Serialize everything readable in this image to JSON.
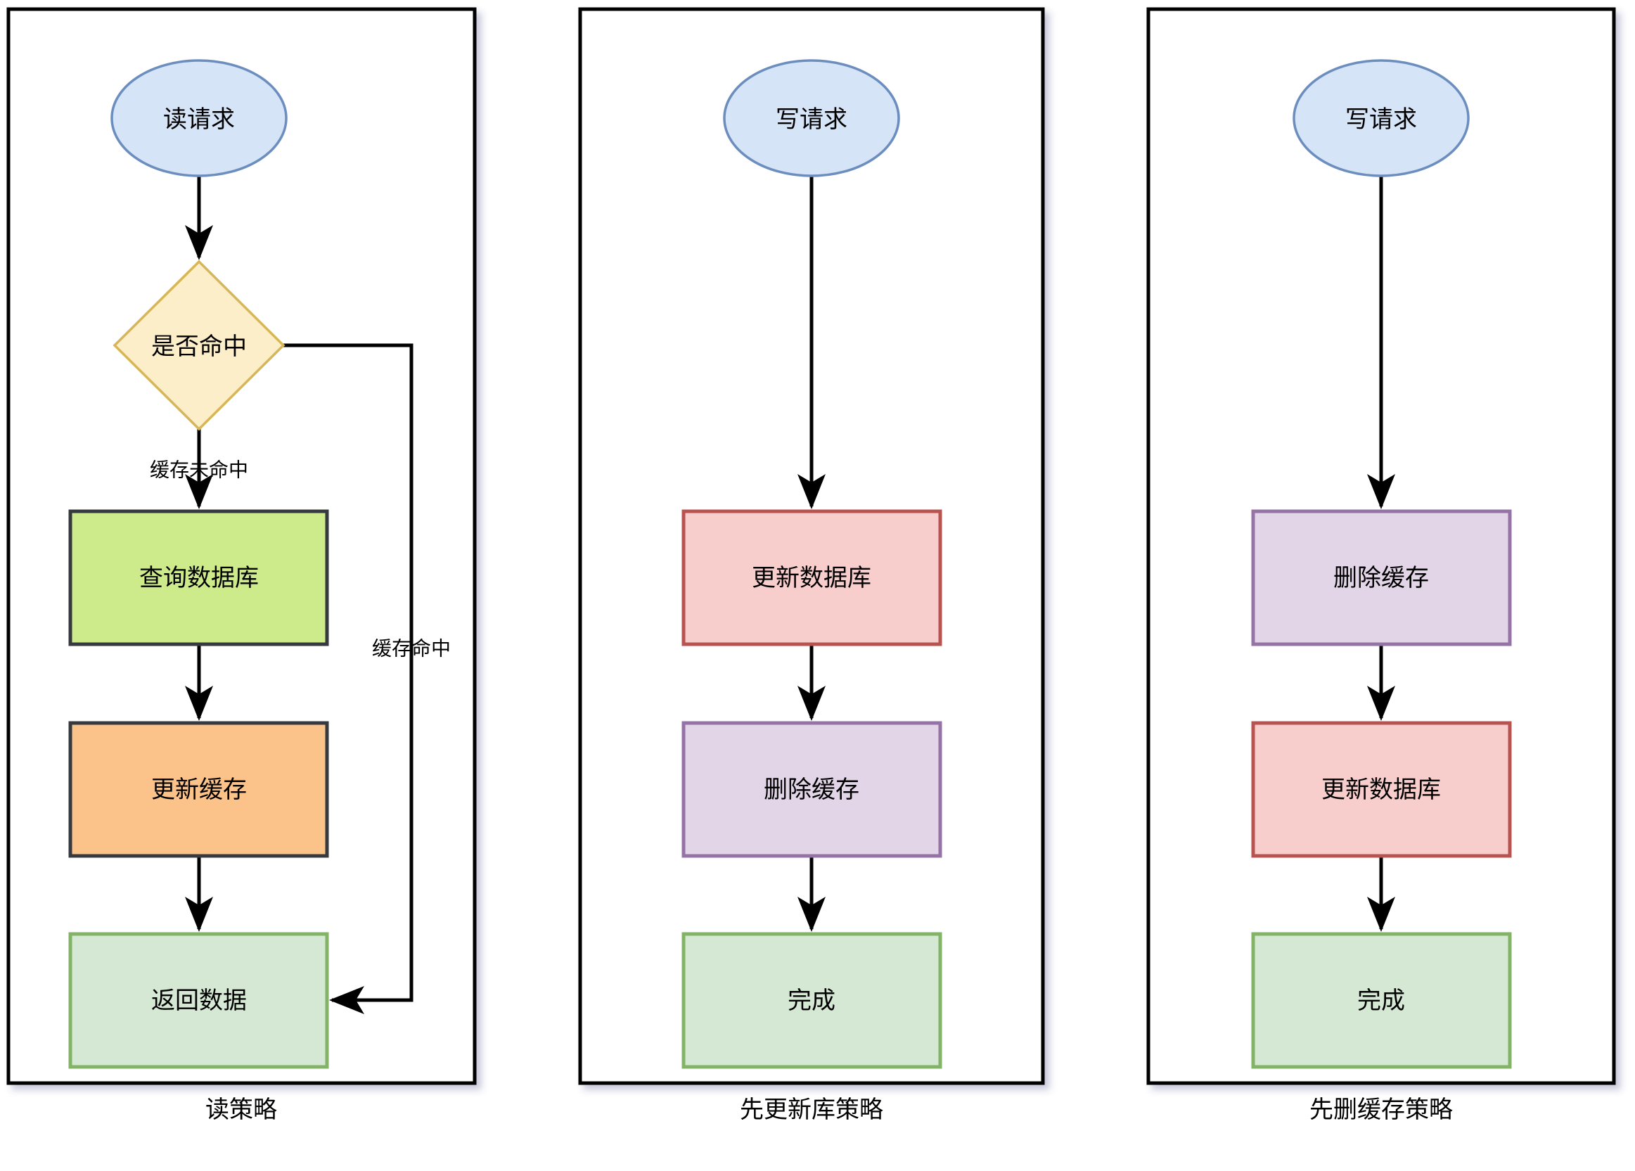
{
  "diagram": {
    "title_visible": false,
    "panels": [
      {
        "id": "read-strategy",
        "label": "读策略",
        "nodes": [
          {
            "id": "read-request",
            "shape": "ellipse",
            "text": "读请求",
            "fill": "#d6e4f7",
            "stroke": "#6c8ebf"
          },
          {
            "id": "cache-hit-decision",
            "shape": "diamond",
            "text": "是否命中",
            "fill": "#fdeeca",
            "stroke": "#d6b656"
          },
          {
            "id": "query-db",
            "shape": "rect",
            "text": "查询数据库",
            "fill": "#cdeb8b",
            "stroke": "#36393d"
          },
          {
            "id": "update-cache",
            "shape": "rect",
            "text": "更新缓存",
            "fill": "#fbc38a",
            "stroke": "#36393d"
          },
          {
            "id": "return-data",
            "shape": "rect",
            "text": "返回数据",
            "fill": "#d5e8d4",
            "stroke": "#82b366"
          }
        ],
        "edges": [
          {
            "from": "read-request",
            "to": "cache-hit-decision",
            "label": ""
          },
          {
            "from": "cache-hit-decision",
            "to": "query-db",
            "label": "缓存未命中"
          },
          {
            "from": "cache-hit-decision",
            "to": "return-data",
            "label": "缓存命中"
          },
          {
            "from": "query-db",
            "to": "update-cache",
            "label": ""
          },
          {
            "from": "update-cache",
            "to": "return-data",
            "label": ""
          }
        ]
      },
      {
        "id": "update-db-first-strategy",
        "label": "先更新库策略",
        "nodes": [
          {
            "id": "write-request-1",
            "shape": "ellipse",
            "text": "写请求",
            "fill": "#d6e4f7",
            "stroke": "#6c8ebf"
          },
          {
            "id": "update-db-1",
            "shape": "rect",
            "text": "更新数据库",
            "fill": "#f8cecc",
            "stroke": "#b85450"
          },
          {
            "id": "delete-cache-1",
            "shape": "rect",
            "text": "删除缓存",
            "fill": "#e1d5e7",
            "stroke": "#9673a6"
          },
          {
            "id": "done-1",
            "shape": "rect",
            "text": "完成",
            "fill": "#d5e8d4",
            "stroke": "#82b366"
          }
        ],
        "edges": [
          {
            "from": "write-request-1",
            "to": "update-db-1",
            "label": ""
          },
          {
            "from": "update-db-1",
            "to": "delete-cache-1",
            "label": ""
          },
          {
            "from": "delete-cache-1",
            "to": "done-1",
            "label": ""
          }
        ]
      },
      {
        "id": "delete-cache-first-strategy",
        "label": "先删缓存策略",
        "nodes": [
          {
            "id": "write-request-2",
            "shape": "ellipse",
            "text": "写请求",
            "fill": "#d6e4f7",
            "stroke": "#6c8ebf"
          },
          {
            "id": "delete-cache-2",
            "shape": "rect",
            "text": "删除缓存",
            "fill": "#e1d5e7",
            "stroke": "#9673a6"
          },
          {
            "id": "update-db-2",
            "shape": "rect",
            "text": "更新数据库",
            "fill": "#f8cecc",
            "stroke": "#b85450"
          },
          {
            "id": "done-2",
            "shape": "rect",
            "text": "完成",
            "fill": "#d5e8d4",
            "stroke": "#82b366"
          }
        ],
        "edges": [
          {
            "from": "write-request-2",
            "to": "delete-cache-2",
            "label": ""
          },
          {
            "from": "delete-cache-2",
            "to": "update-db-2",
            "label": ""
          },
          {
            "from": "update-db-2",
            "to": "done-2",
            "label": ""
          }
        ]
      }
    ],
    "colors": {
      "ellipse_fill": "#d6e4f7",
      "ellipse_stroke": "#6c8ebf",
      "diamond_fill": "#fdeeca",
      "diamond_stroke": "#d6b656",
      "green_fill": "#cdeb8b",
      "green_stroke": "#36393d",
      "orange_fill": "#fbc38a",
      "orange_stroke": "#36393d",
      "softgreen_fill": "#d5e8d4",
      "softgreen_stroke": "#82b366",
      "red_fill": "#f8cecc",
      "red_stroke": "#b85450",
      "purple_fill": "#e1d5e7",
      "purple_stroke": "#9673a6",
      "edge": "#000000",
      "panel_border": "#000000",
      "background": "#ffffff"
    }
  }
}
